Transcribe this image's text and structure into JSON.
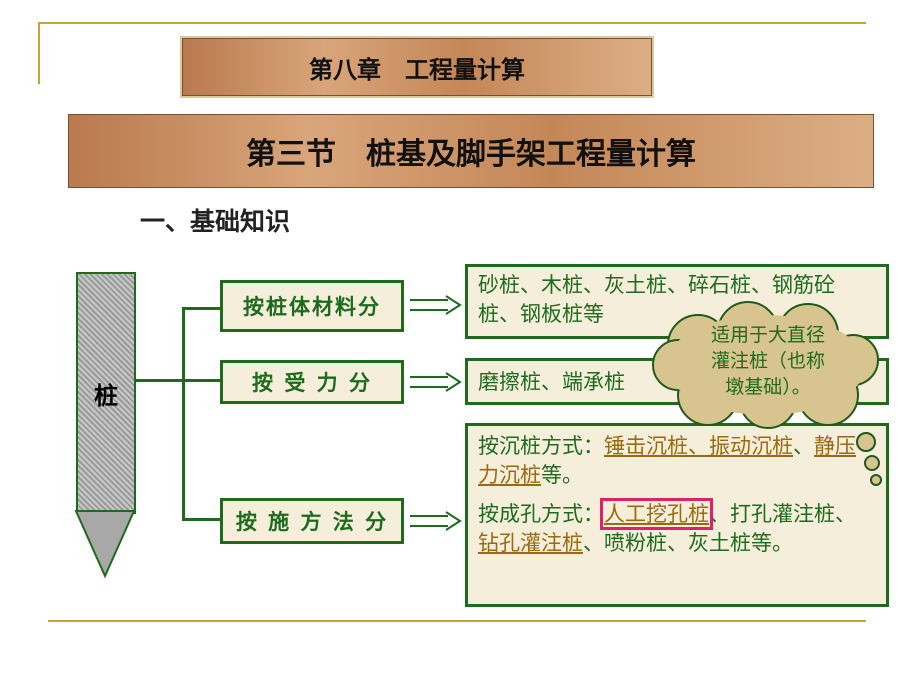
{
  "chapter_title": "第八章　工程量计算",
  "section_title": "第三节　桩基及脚手架工程量计算",
  "subheading": "一、基础知识",
  "pile_label": "桩",
  "categories": [
    {
      "label": "按桩体材料分",
      "content": "砂桩、木桩、灰土桩、碎石桩、钢筋砼桩、钢板桩等"
    },
    {
      "label": "按 受 力 分",
      "content": "磨擦桩、端承桩"
    },
    {
      "label": "按 施 方 法 分"
    }
  ],
  "method": {
    "sink_prefix": "按沉桩方式：",
    "sink_link1": "锤击沉桩、振动沉桩",
    "sink_sep": "、",
    "sink_link2": "静压力沉桩",
    "sink_suffix": "等。",
    "hole_prefix": "按成孔方式：",
    "hole_highlight": "人工挖孔桩",
    "hole_mid1": "、打孔灌注桩、",
    "hole_link": "钻孔灌注桩",
    "hole_mid2": "、喷粉桩、灰土桩等。"
  },
  "callout": "适用于大直径灌注桩（也称墩基础）。",
  "colors": {
    "green": "#1e6b1e",
    "highlight": "#e0206a",
    "link": "#9a6a10"
  }
}
